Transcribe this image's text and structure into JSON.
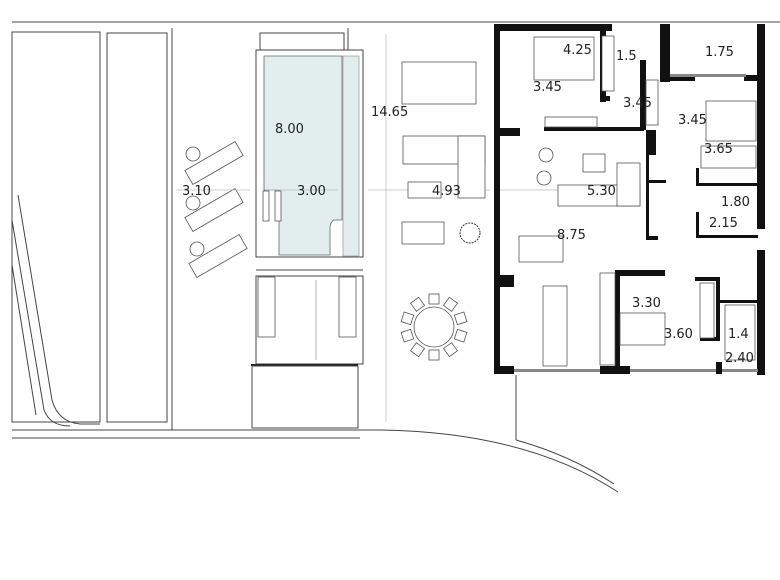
{
  "plan": {
    "pool_color": "#e2eded",
    "dimensions": [
      {
        "id": "bedroom1-width",
        "text": "4.25"
      },
      {
        "id": "bath1-width",
        "text": "1.5"
      },
      {
        "id": "terrace-depth",
        "text": "1.75"
      },
      {
        "id": "bedroom1-depth",
        "text": "3.45"
      },
      {
        "id": "bath1-depth",
        "text": "3.45"
      },
      {
        "id": "bedroom2-width",
        "text": "3.45"
      },
      {
        "id": "bedroom2-depth",
        "text": "3.65"
      },
      {
        "id": "living-width",
        "text": "5.30"
      },
      {
        "id": "bath2-depth",
        "text": "1.80"
      },
      {
        "id": "bath2-width",
        "text": "2.15"
      },
      {
        "id": "living-depth",
        "text": "8.75"
      },
      {
        "id": "bedroom3-width",
        "text": "3.30"
      },
      {
        "id": "bedroom3-depth",
        "text": "3.60"
      },
      {
        "id": "bath3-width",
        "text": "1.4"
      },
      {
        "id": "bath3-depth",
        "text": "2.40"
      },
      {
        "id": "pool-length",
        "text": "8.00"
      },
      {
        "id": "lawn-width",
        "text": "3.10"
      },
      {
        "id": "pool-width",
        "text": "3.00"
      },
      {
        "id": "patio-width",
        "text": "4.93"
      },
      {
        "id": "site-depth",
        "text": "14.65"
      }
    ]
  }
}
